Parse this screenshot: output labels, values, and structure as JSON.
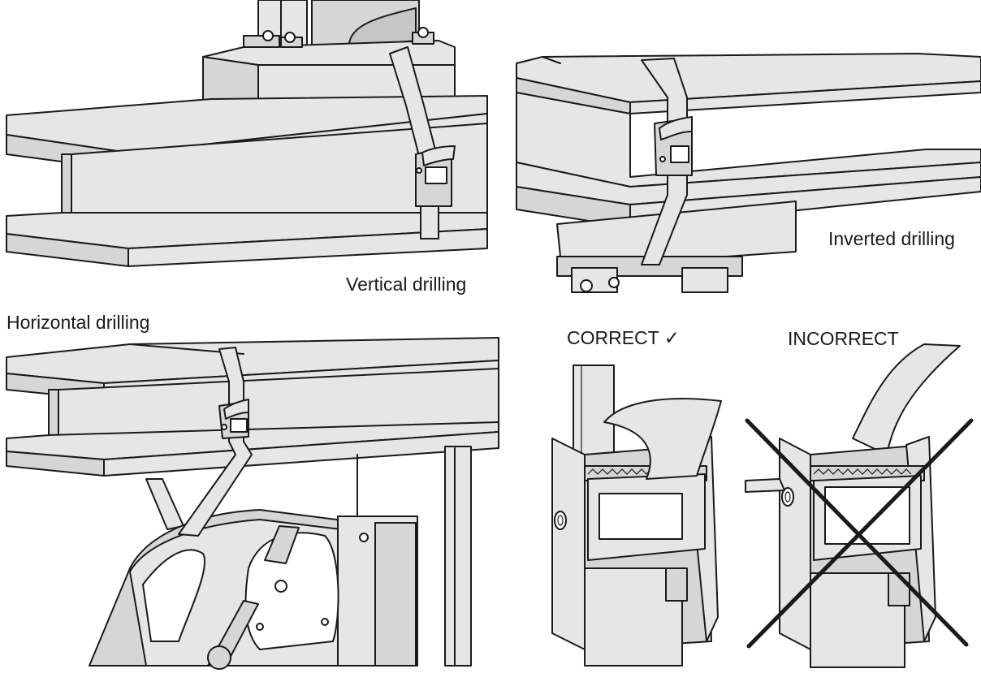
{
  "labels": {
    "vertical": "Vertical drilling",
    "inverted": "Inverted drilling",
    "horizontal": "Horizontal drilling",
    "correct": "CORRECT ✓",
    "incorrect": "INCORRECT"
  },
  "colors": {
    "line": "#1a1a1a",
    "face_light": "#e6e6e6",
    "face_mid": "#d6d6d6",
    "face_dark": "#c6c6c6",
    "background": "#ffffff",
    "cross": "#1a1a1a"
  }
}
